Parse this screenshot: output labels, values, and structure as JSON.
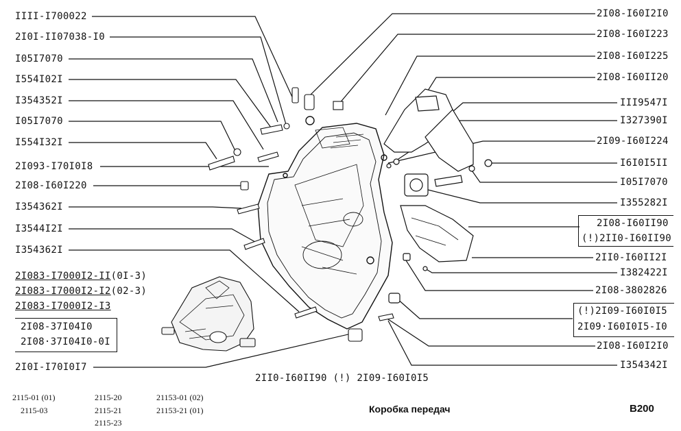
{
  "labels_left": [
    "IIII-I700022",
    "2I0I-II07038-I0",
    "I05I7070",
    "I554I02I",
    "I354352I",
    "I05I7070",
    "I554I32I",
    "2I093-I70I0I8",
    "2I08-I60I220",
    "I354362I",
    "I3544I2I",
    "I354362I"
  ],
  "labels_left_underlined": [
    "2I083-I7000I2-II",
    "2I083-I7000I2-I2",
    "2I083-I7000I2-I3"
  ],
  "labels_left_suffix": [
    "(0I-3)",
    "(02-3)"
  ],
  "left_box": [
    "2I08-37I04I0",
    "2I08·37I04I0-0I"
  ],
  "label_bottom_left": "2I0I-I70I0I7",
  "labels_right": [
    "2I08-I60I2I0",
    "2I08-I60I223",
    "2I08-I60I225",
    "2I08-I60II20",
    "III9547I",
    "I327390I",
    "2I09-I60I224",
    "I6I0I5II",
    "I05I7070",
    "I355282I"
  ],
  "right_box_1": [
    "2I08-I60II90",
    "(!)2II0-I60II90"
  ],
  "labels_right_2": [
    "2II0-I60II2I",
    "I382422I",
    "2I08-3802826"
  ],
  "right_box_2": [
    "(!)2I09-I60I0I5",
    "2I09·I60I0I5-I0"
  ],
  "labels_right_3": [
    "2I08-I60I2I0",
    "I354342I"
  ],
  "bottom_note": "2II0-I60II90 (!) 2I09-I60I0I5",
  "footer": {
    "models_col1": [
      "2115-01 (01)",
      "2115-03"
    ],
    "models_col2": [
      "2115-20",
      "2115-21",
      "2115-23"
    ],
    "models_col3": [
      "21153-01 (02)",
      "21153-21 (01)"
    ],
    "title": "Коробка передач",
    "code": "B200"
  }
}
